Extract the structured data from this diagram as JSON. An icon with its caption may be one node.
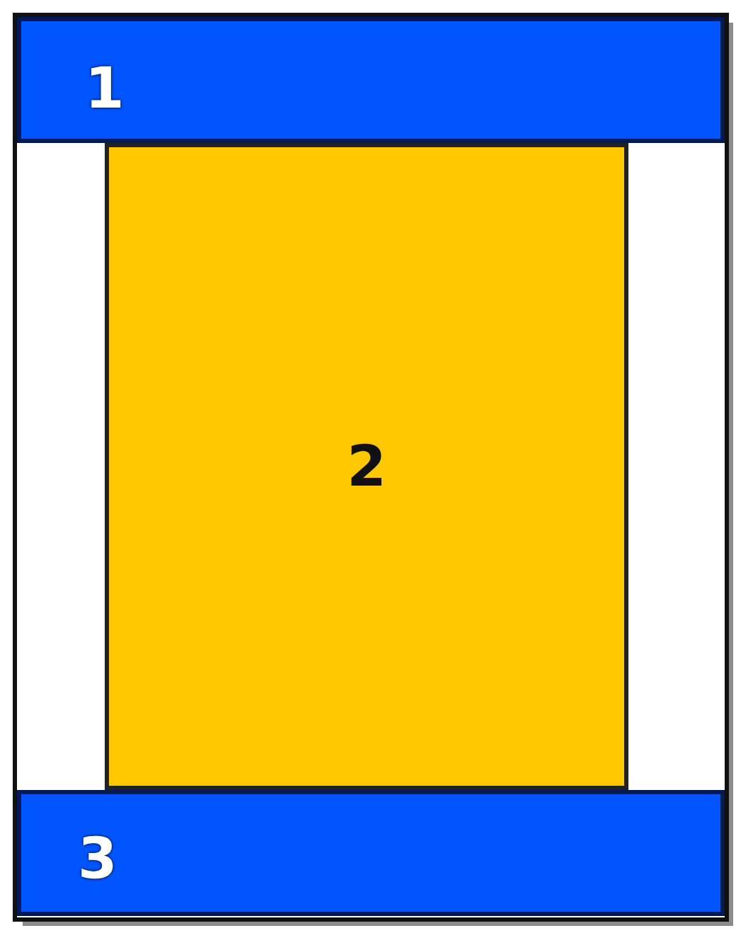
{
  "diagram": {
    "nodes": [
      {
        "text": [
          "1"
        ]
      },
      {
        "text": [
          "2"
        ]
      },
      {
        "text": [
          "3"
        ]
      }
    ]
  }
}
